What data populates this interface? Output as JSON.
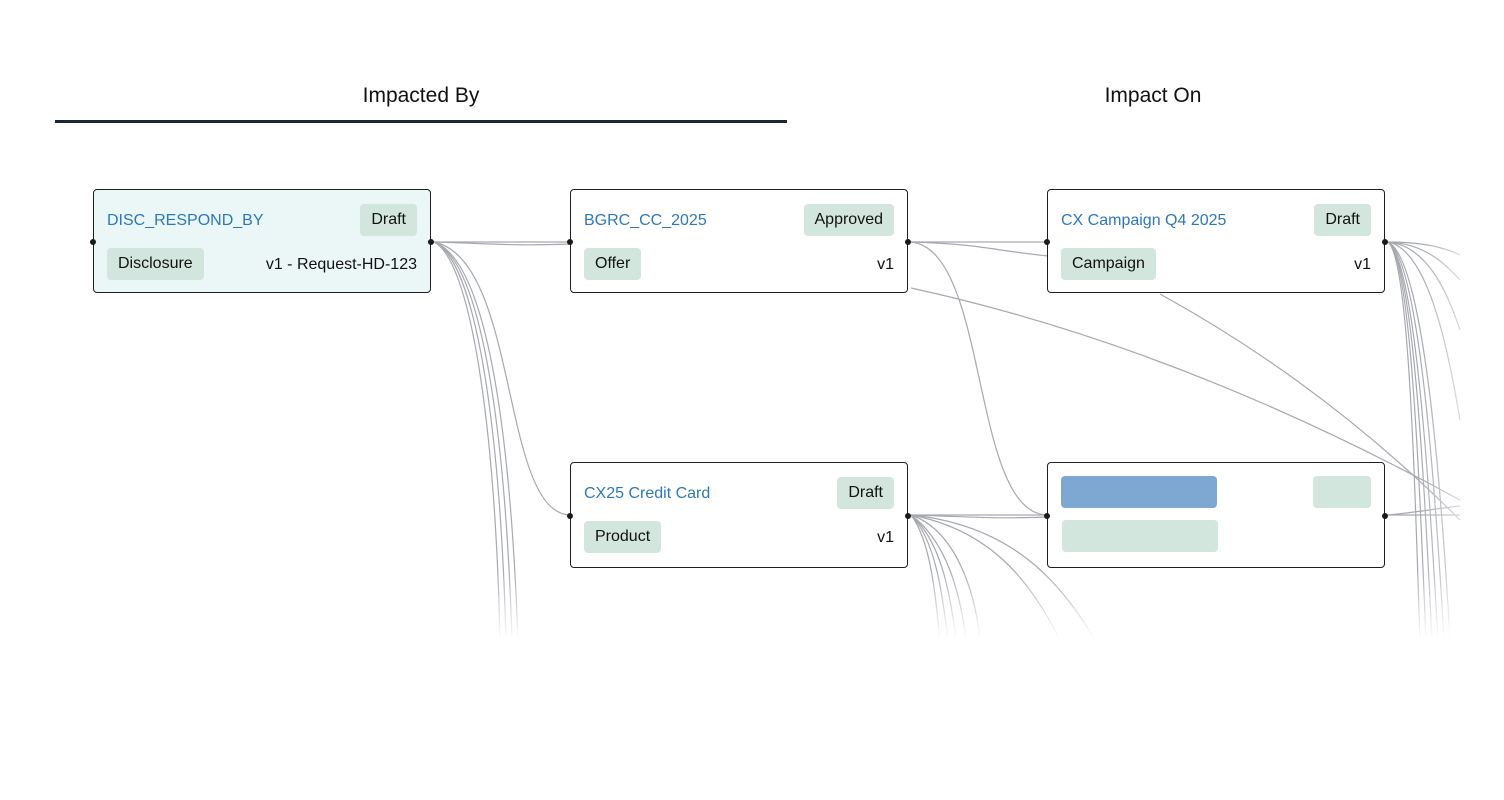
{
  "tabs": {
    "impacted_by": "Impacted By",
    "impact_on": "Impact On",
    "active": "impacted_by"
  },
  "nodes": {
    "disc_respond_by": {
      "name": "DISC_RESPOND_BY",
      "status": "Draft",
      "type": "Disclosure",
      "version": "v1 - Request-HD-123"
    },
    "bgrc_cc_2025": {
      "name": "BGRC_CC_2025",
      "status": "Approved",
      "type": "Offer",
      "version": "v1"
    },
    "cx_campaign_q4": {
      "name": "CX Campaign Q4 2025",
      "status": "Draft",
      "type": "Campaign",
      "version": "v1"
    },
    "cx25_credit_card": {
      "name": "CX25 Credit Card",
      "status": "Draft",
      "type": "Product",
      "version": "v1"
    },
    "loading_node": {
      "state": "loading"
    }
  },
  "colors": {
    "link": "#2d78b8",
    "badge": "#d3e6de",
    "selected_bg": "#eaf7f6",
    "skeleton_title": "#7ea8d2",
    "edge": "#a6a9b0"
  }
}
